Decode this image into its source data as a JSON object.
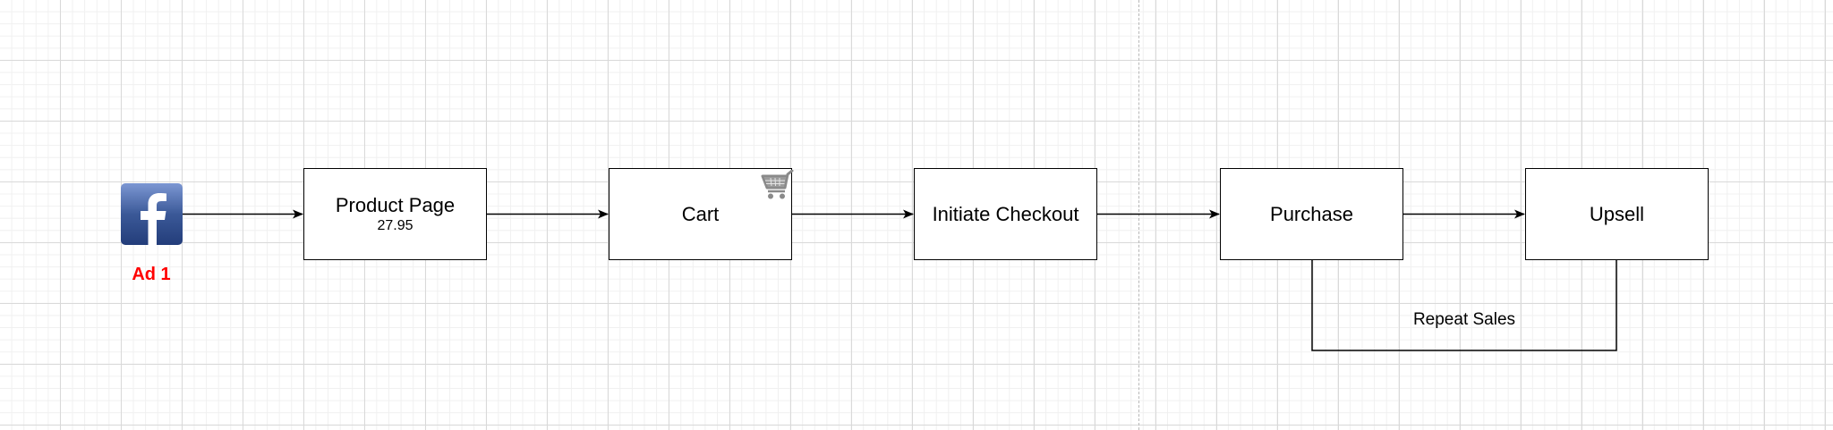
{
  "source": {
    "icon": "facebook-icon",
    "label": "Ad 1",
    "label_color": "#ff0000",
    "brand_color": "#3b5998"
  },
  "nodes": [
    {
      "id": "product-page",
      "label": "Product Page",
      "sublabel": "27.95"
    },
    {
      "id": "cart",
      "label": "Cart",
      "icon": "shopping-cart-icon"
    },
    {
      "id": "initiate-checkout",
      "label": "Initiate Checkout"
    },
    {
      "id": "purchase",
      "label": "Purchase"
    },
    {
      "id": "upsell",
      "label": "Upsell"
    }
  ],
  "edges": [
    {
      "from": "facebook-ad",
      "to": "product-page"
    },
    {
      "from": "product-page",
      "to": "cart"
    },
    {
      "from": "cart",
      "to": "initiate-checkout"
    },
    {
      "from": "initiate-checkout",
      "to": "purchase"
    },
    {
      "from": "purchase",
      "to": "upsell"
    },
    {
      "from": "purchase",
      "to": "upsell",
      "label": "Repeat Sales"
    }
  ]
}
